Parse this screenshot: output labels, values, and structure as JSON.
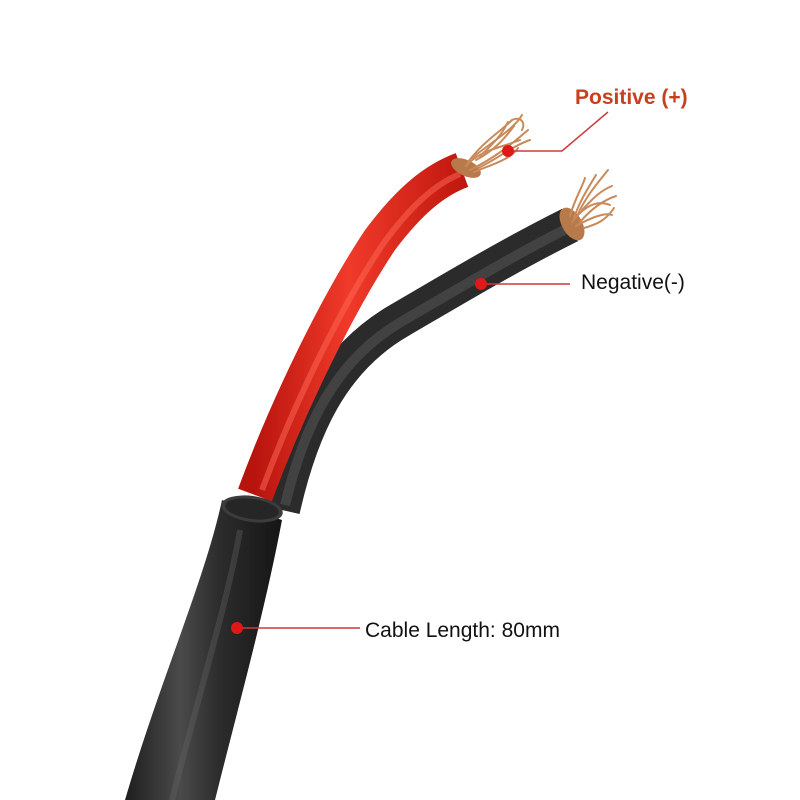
{
  "labels": {
    "positive": "Positive (+)",
    "negative": "Negative(-)",
    "cable_length": "Cable Length: 80mm"
  },
  "colors": {
    "positive_label": "#c8401e",
    "callout_dot": "#e01818",
    "callout_line": "#cc3a3a",
    "red_wire": "#e8281c",
    "black_wire": "#3a3a3a",
    "outer_jacket": "#2f2f2f",
    "copper": "#c98a5a"
  }
}
